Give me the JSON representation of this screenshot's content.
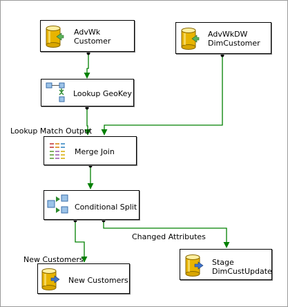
{
  "designer": {
    "components": {
      "advwk_customer": {
        "line1": "AdvWk",
        "line2": "Customer",
        "icon": "database-source-icon"
      },
      "advwkdw_dimcustomer": {
        "line1": "AdvWkDW",
        "line2": "DimCustomer",
        "icon": "database-source-icon"
      },
      "lookup_geokey": {
        "label": "Lookup GeoKey",
        "icon": "lookup-icon"
      },
      "merge_join": {
        "label": "Merge Join",
        "icon": "merge-join-icon"
      },
      "conditional_split": {
        "label": "Conditional Split",
        "icon": "conditional-split-icon"
      },
      "new_customers": {
        "label": "New Customers",
        "icon": "database-destination-icon"
      },
      "stage_dimcustupdate": {
        "line1": "Stage",
        "line2": "DimCustUpdate",
        "icon": "database-destination-icon"
      }
    },
    "paths": {
      "lookup_match_output": "Lookup Match Output",
      "changed_attributes": "Changed Attributes",
      "new_customers": "New Customers"
    },
    "colors": {
      "path_green": "#008000",
      "db_gold": "#e8b400",
      "db_gold_light": "#fff0a0",
      "arrow_blue": "#2f5fb8"
    }
  }
}
